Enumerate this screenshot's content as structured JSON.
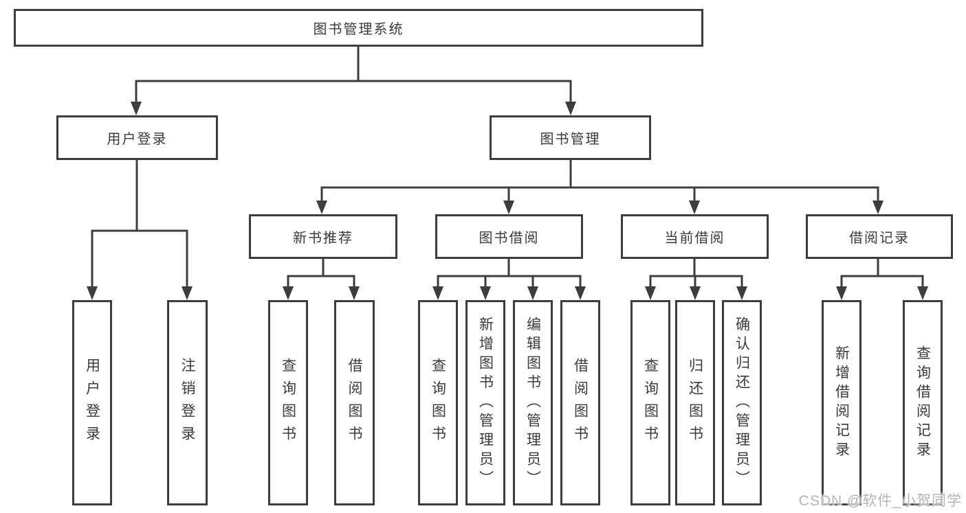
{
  "title": {
    "label": "图书管理系统"
  },
  "level2": {
    "user_login": {
      "label": "用户登录"
    },
    "book_mgmt": {
      "label": "图书管理"
    }
  },
  "level3": {
    "new_books": {
      "label": "新书推荐"
    },
    "book_borrow": {
      "label": "图书借阅"
    },
    "current_borrow": {
      "label": "当前借阅"
    },
    "borrow_records": {
      "label": "借阅记录"
    }
  },
  "leaves": {
    "user_login": [
      "用户登录",
      "注销登录"
    ],
    "new_books": [
      "查询图书",
      "借阅图书"
    ],
    "book_borrow": [
      "查询图书",
      "新增图书（管理员）",
      "编辑图书（管理员）",
      "借阅图书"
    ],
    "current_borrow": [
      "查询图书",
      "归还图书",
      "确认归还（管理员）"
    ],
    "borrow_records": [
      "新增借阅记录",
      "查询借阅记录"
    ]
  },
  "watermark": "CSDN @软件_小贺同学",
  "colors": {
    "line": "#3d3d3d",
    "text": "#3a3a3a",
    "background": "#ffffff",
    "watermark": "#b5b5b5"
  }
}
